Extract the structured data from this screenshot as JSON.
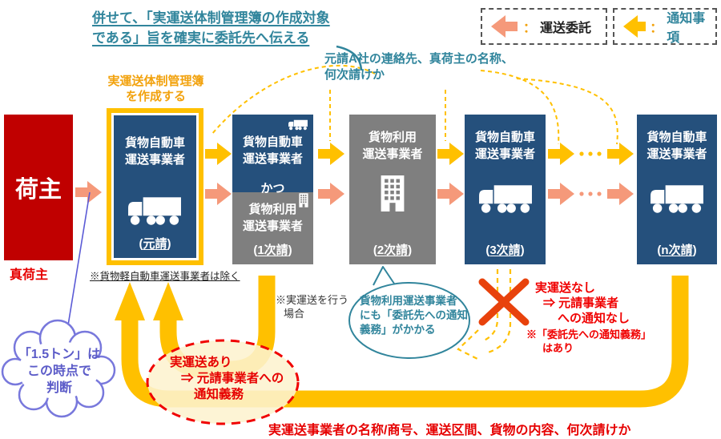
{
  "paren": {
    "open": "(",
    "close": ")"
  },
  "top_note": {
    "line1": "併せて、「実運送体制管理簿の作成対象",
    "line2": "である」旨を確実に委託先へ伝える"
  },
  "legend": {
    "consign_label": "運送委託",
    "notice_label": "通知事項",
    "colon": "："
  },
  "ledger_note": {
    "line1": "実運送体制管理簿",
    "line2": "を作成する"
  },
  "notify_note": {
    "line1": "元請A社の連絡先、真荷主の名称、",
    "line2": "何次請けか"
  },
  "shipper": {
    "label": "荷主",
    "true_shipper": "真荷主"
  },
  "boxes": {
    "moto": {
      "line1": "貨物自動車",
      "line2": "運送事業者",
      "tier": "元請"
    },
    "first": {
      "top1": "貨物自動車",
      "top2": "運送事業者",
      "and": "かつ",
      "bottom1": "貨物利用",
      "bottom2": "運送事業者",
      "tier": "1次請"
    },
    "second": {
      "line1": "貨物利用",
      "line2": "運送事業者",
      "tier": "2次請"
    },
    "third": {
      "line1": "貨物自動車",
      "line2": "運送事業者",
      "tier": "3次請"
    },
    "nth": {
      "line1": "貨物自動車",
      "line2": "運送事業者",
      "tier": "n次請"
    }
  },
  "exclude_note": "※貨物軽自動車運送事業者は除く",
  "case_note": {
    "line1": "※実運送を行う",
    "line2": "場合"
  },
  "bubble": {
    "line1": "貨物利用運送事業者",
    "line2": "にも「委託先への通知",
    "line3": "義務」がかかる"
  },
  "cloud": {
    "line1": "「1.5トン」は",
    "line2": "この時点で",
    "line3": "判断"
  },
  "has_transport": {
    "line1": "実運送あり",
    "line2": "⇒ 元請事業者への",
    "line3": "通知義務"
  },
  "no_transport": {
    "line1": "実運送なし",
    "line2": "⇒ 元請事業者",
    "line3": "への通知なし",
    "note1": "※「委託先への通知義務」",
    "note2": "はあり"
  },
  "bottom_note": "実運送事業者の名称/商号、運送区間、貨物の内容、何次請けか",
  "colors": {
    "dark_blue": "#25507C",
    "gray": "#7F7F7F",
    "shipper_red": "#C00000",
    "yellow": "#FFC000",
    "salmon": "#F5997A",
    "teal": "#31859C",
    "alert_red": "#E60000",
    "cloud_purple": "#7878DC"
  }
}
